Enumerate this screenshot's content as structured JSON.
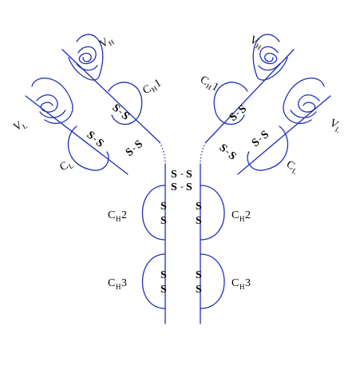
{
  "domain_labels": {
    "vh_main": "V",
    "vh_sub": "H",
    "vl_main": "V",
    "vl_sub": "L",
    "ch1_main": "C",
    "ch1_sub": "H",
    "ch1_suffix": "1",
    "cl_main": "C",
    "cl_sub": "L",
    "ch2_main": "C",
    "ch2_sub": "H",
    "ch2_suffix": "2",
    "ch3_main": "C",
    "ch3_sub": "H",
    "ch3_suffix": "3"
  },
  "bond": {
    "s": "S",
    "sep": "-"
  },
  "colors": {
    "chain": "#1f2fb8",
    "text": "#000000",
    "background": "#ffffff"
  }
}
